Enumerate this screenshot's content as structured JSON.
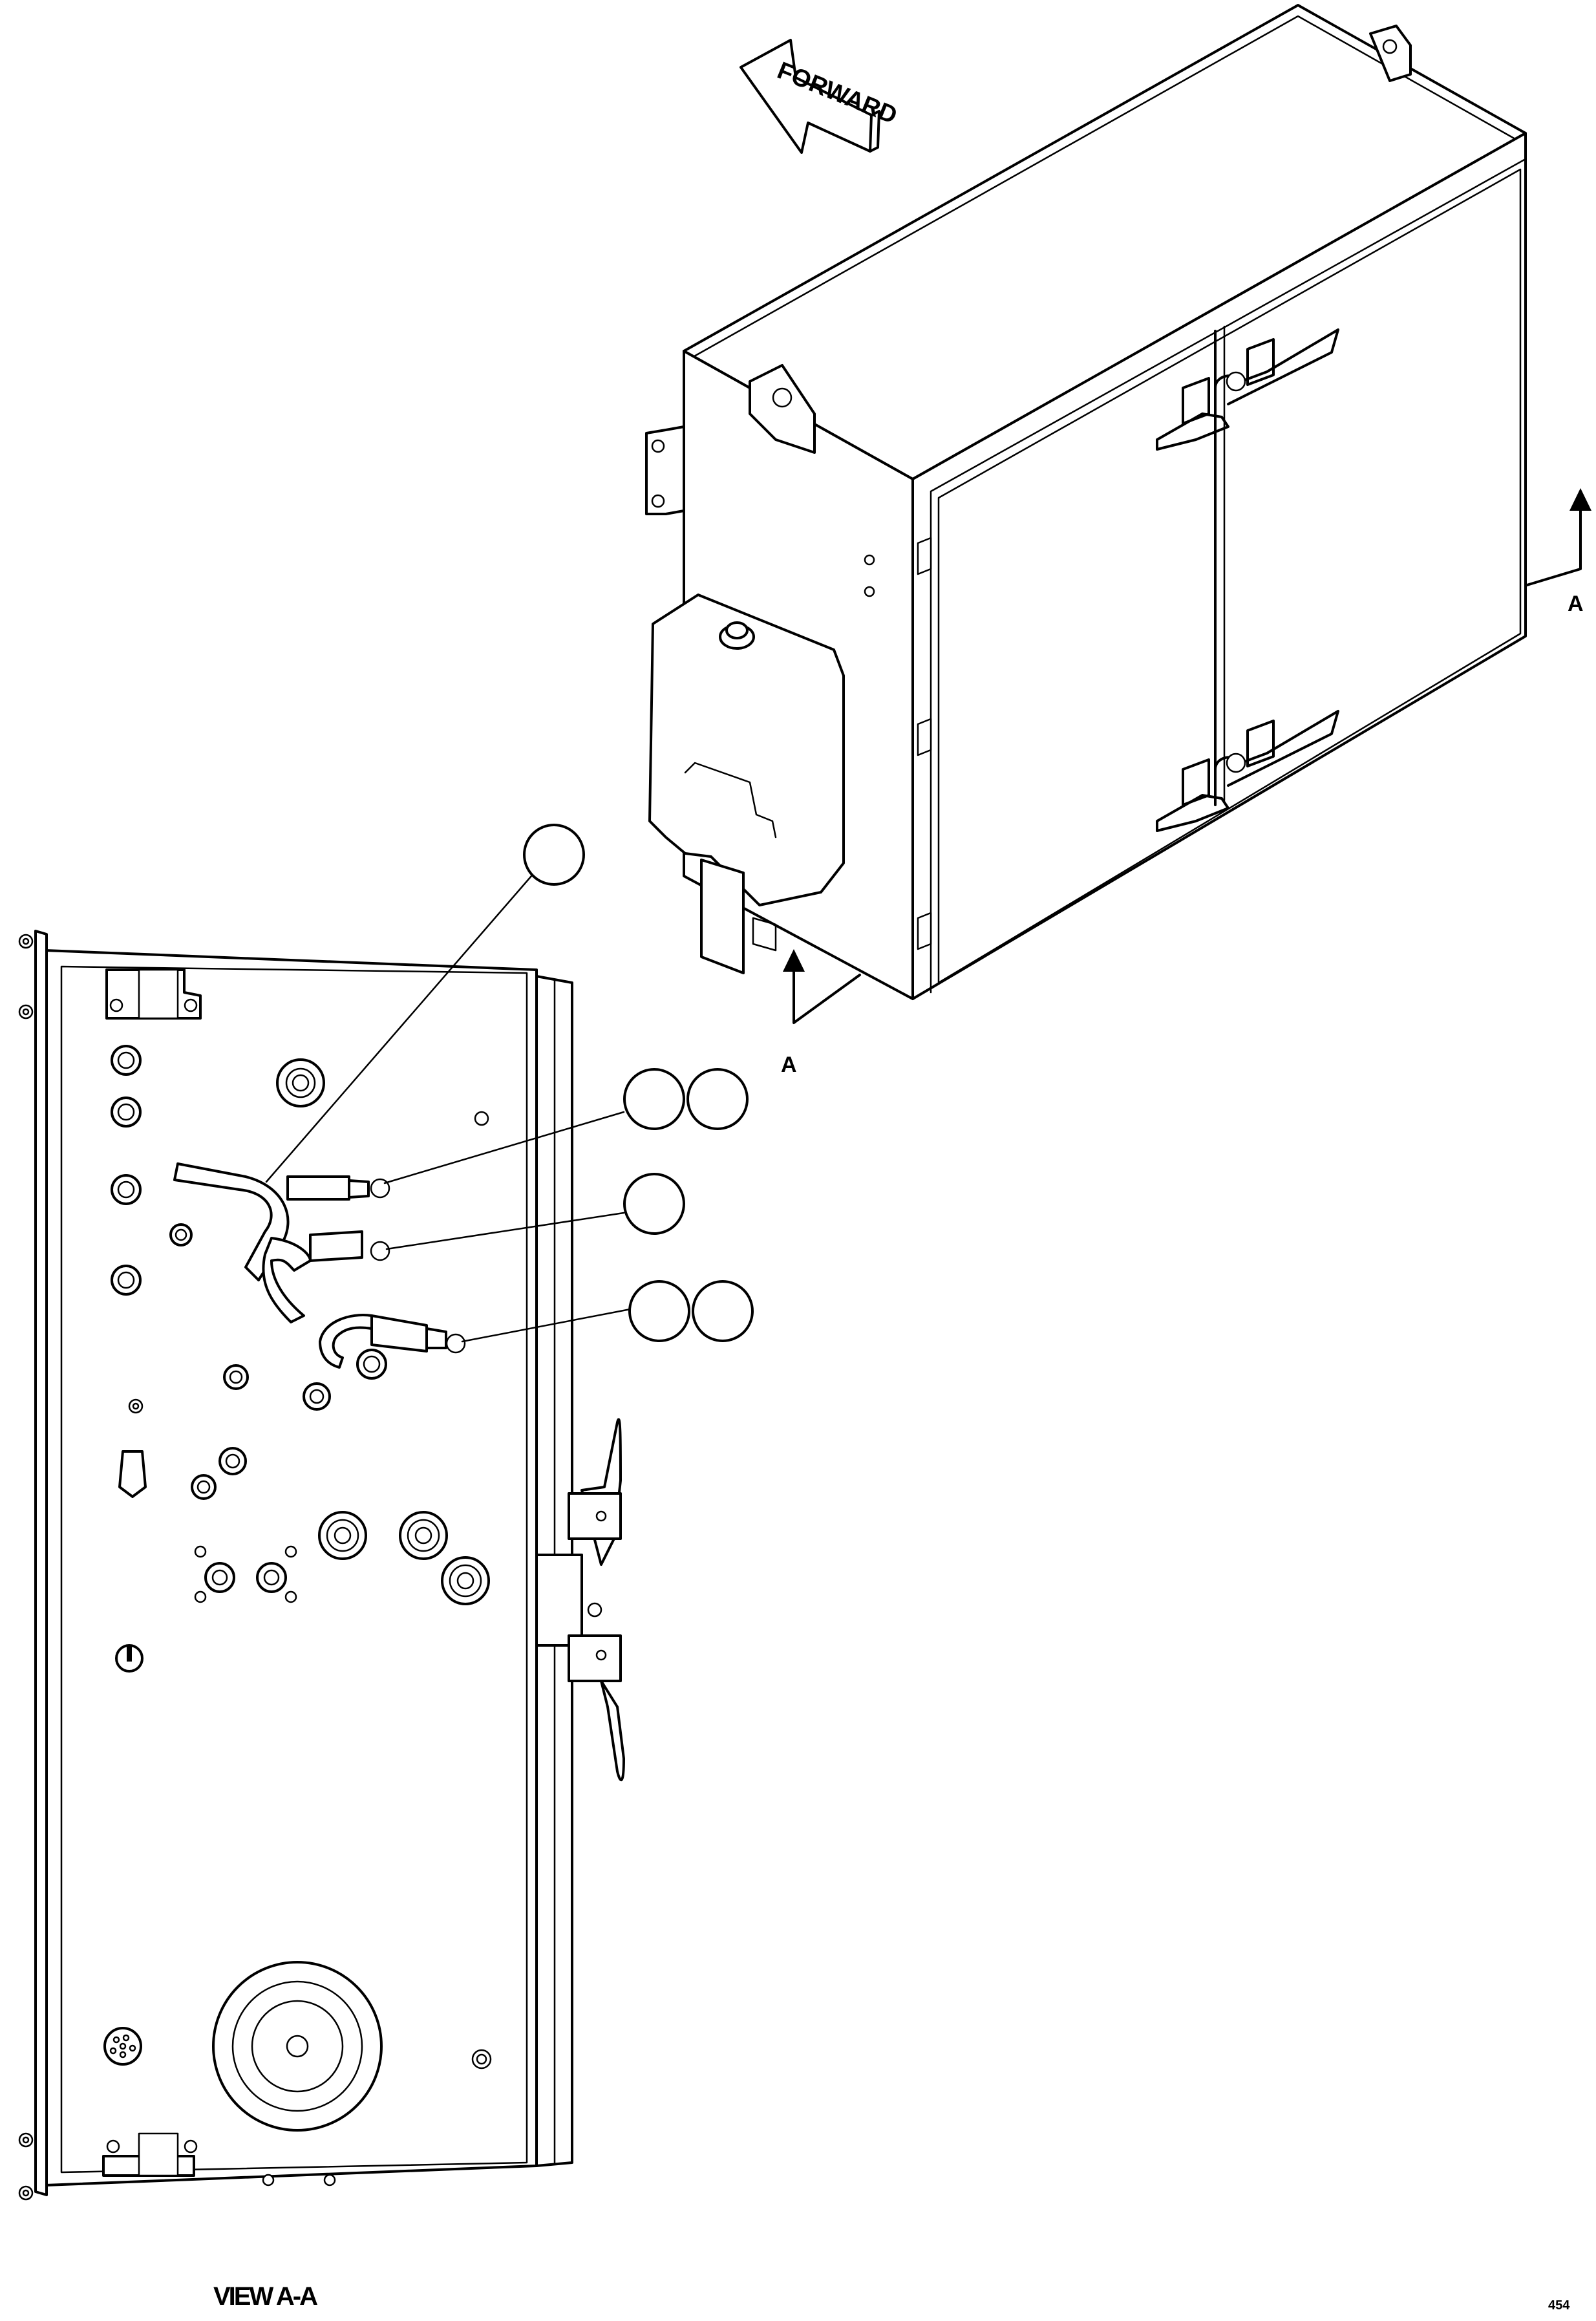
{
  "diagram": {
    "forward_label": "FORWARD",
    "section_label_right": "A",
    "section_label_bottom": "A",
    "view_label": "VIEW A-A",
    "sheet_ref": "454",
    "callouts": [
      {
        "id": "callout-1",
        "text": ""
      },
      {
        "id": "callout-2a",
        "text": ""
      },
      {
        "id": "callout-2b",
        "text": ""
      },
      {
        "id": "callout-3",
        "text": ""
      },
      {
        "id": "callout-4a",
        "text": ""
      },
      {
        "id": "callout-4b",
        "text": ""
      }
    ]
  }
}
